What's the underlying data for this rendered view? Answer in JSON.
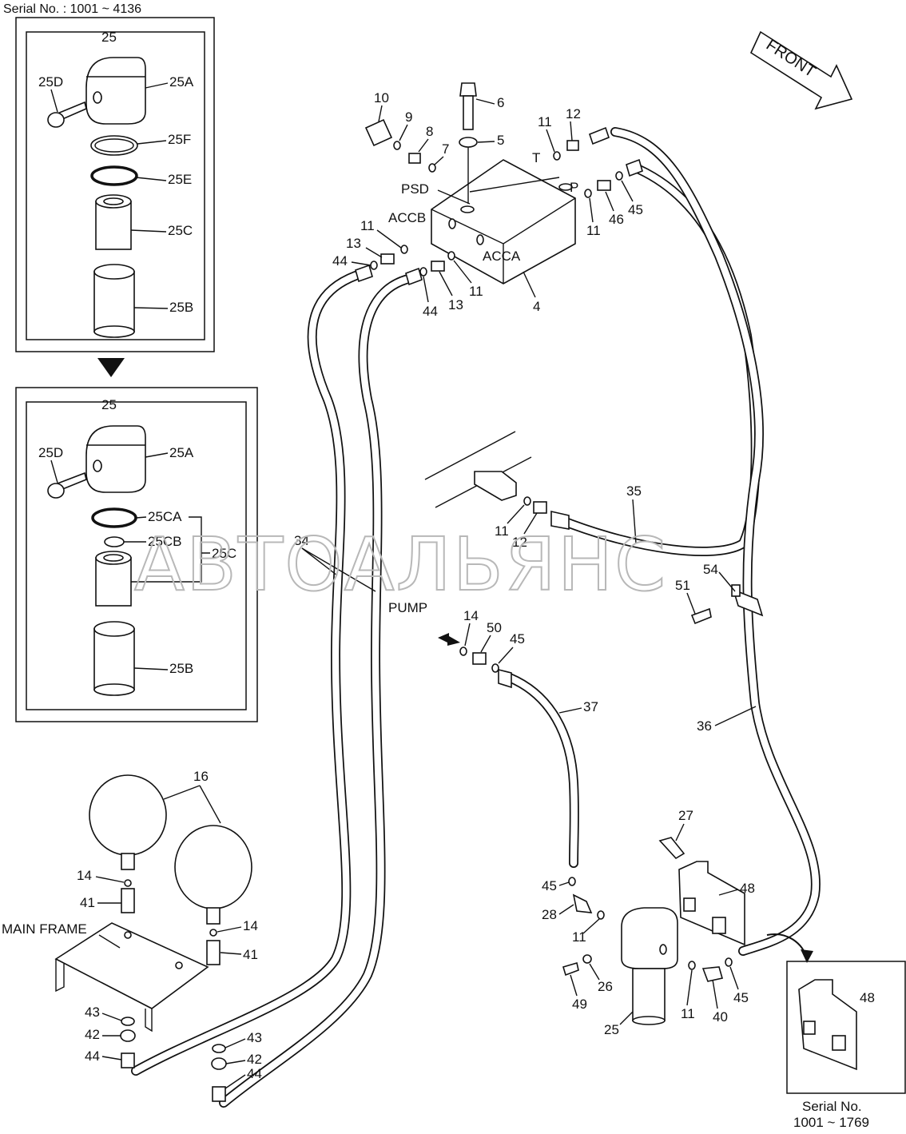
{
  "header": {
    "serial_range": "Serial No. : 1001 ~ 4136"
  },
  "front_label": "FRONT",
  "pump_label": "PUMP",
  "main_frame_label": "MAIN FRAME",
  "watermark": "АВТОАЛЬЯНС",
  "inset_top": {
    "title": "25",
    "labels": [
      "25D",
      "25A",
      "25F",
      "25E",
      "25C",
      "25B"
    ]
  },
  "inset_mid": {
    "title": "25",
    "labels": [
      "25D",
      "25A",
      "25CA",
      "25CB",
      "25C",
      "25B"
    ]
  },
  "inset_bottom": {
    "part": "48",
    "serial_label": "Serial No.",
    "serial_range": "1001 ~ 1769"
  },
  "valve_ports": {
    "psd": "PSD",
    "accb": "ACCB",
    "acca": "ACCA",
    "t": "T",
    "p": "P"
  },
  "callouts": {
    "n4": "4",
    "n5": "5",
    "n6": "6",
    "n7": "7",
    "n8": "8",
    "n9": "9",
    "n10": "10",
    "n11": "11",
    "n12": "12",
    "n13": "13",
    "n14": "14",
    "n16": "16",
    "n25": "25",
    "n26": "26",
    "n27": "27",
    "n28": "28",
    "n34": "34",
    "n35": "35",
    "n36": "36",
    "n37": "37",
    "n40": "40",
    "n41": "41",
    "n42": "42",
    "n43": "43",
    "n44": "44",
    "n45": "45",
    "n46": "46",
    "n48": "48",
    "n49": "49",
    "n50": "50",
    "n51": "51",
    "n54": "54"
  }
}
